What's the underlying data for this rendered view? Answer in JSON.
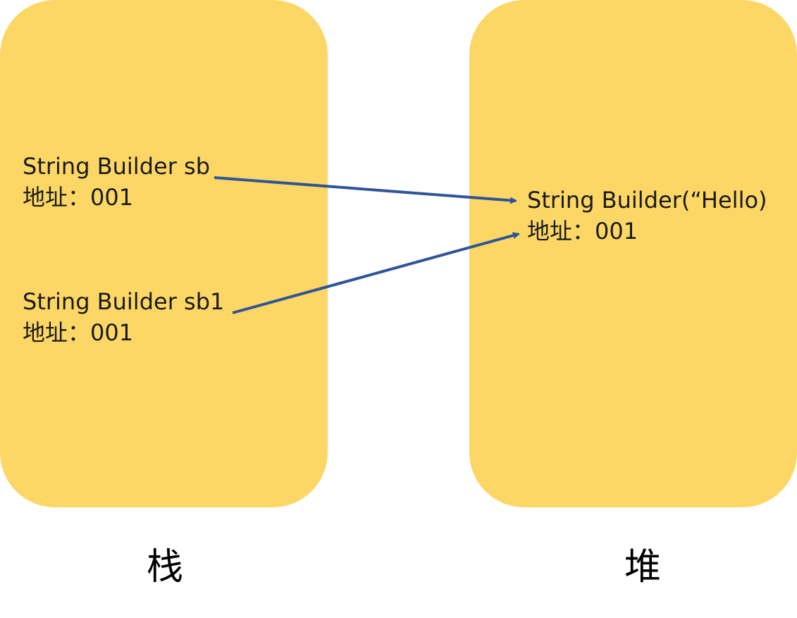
{
  "stack": {
    "caption": "栈",
    "vars": [
      {
        "declaration": "String Builder sb",
        "address": "地址：001"
      },
      {
        "declaration": "String Builder sb1",
        "address": "地址：001"
      }
    ]
  },
  "heap": {
    "caption": "堆",
    "object": {
      "declaration": "String Builder(“Hello)",
      "address": "地址：001"
    }
  },
  "colors": {
    "panel_fill": "#fcd766",
    "arrow": "#2f5597",
    "text": "#1a1a1a"
  },
  "references": [
    {
      "from": "stack.vars.0",
      "to": "heap.object"
    },
    {
      "from": "stack.vars.1",
      "to": "heap.object"
    }
  ]
}
